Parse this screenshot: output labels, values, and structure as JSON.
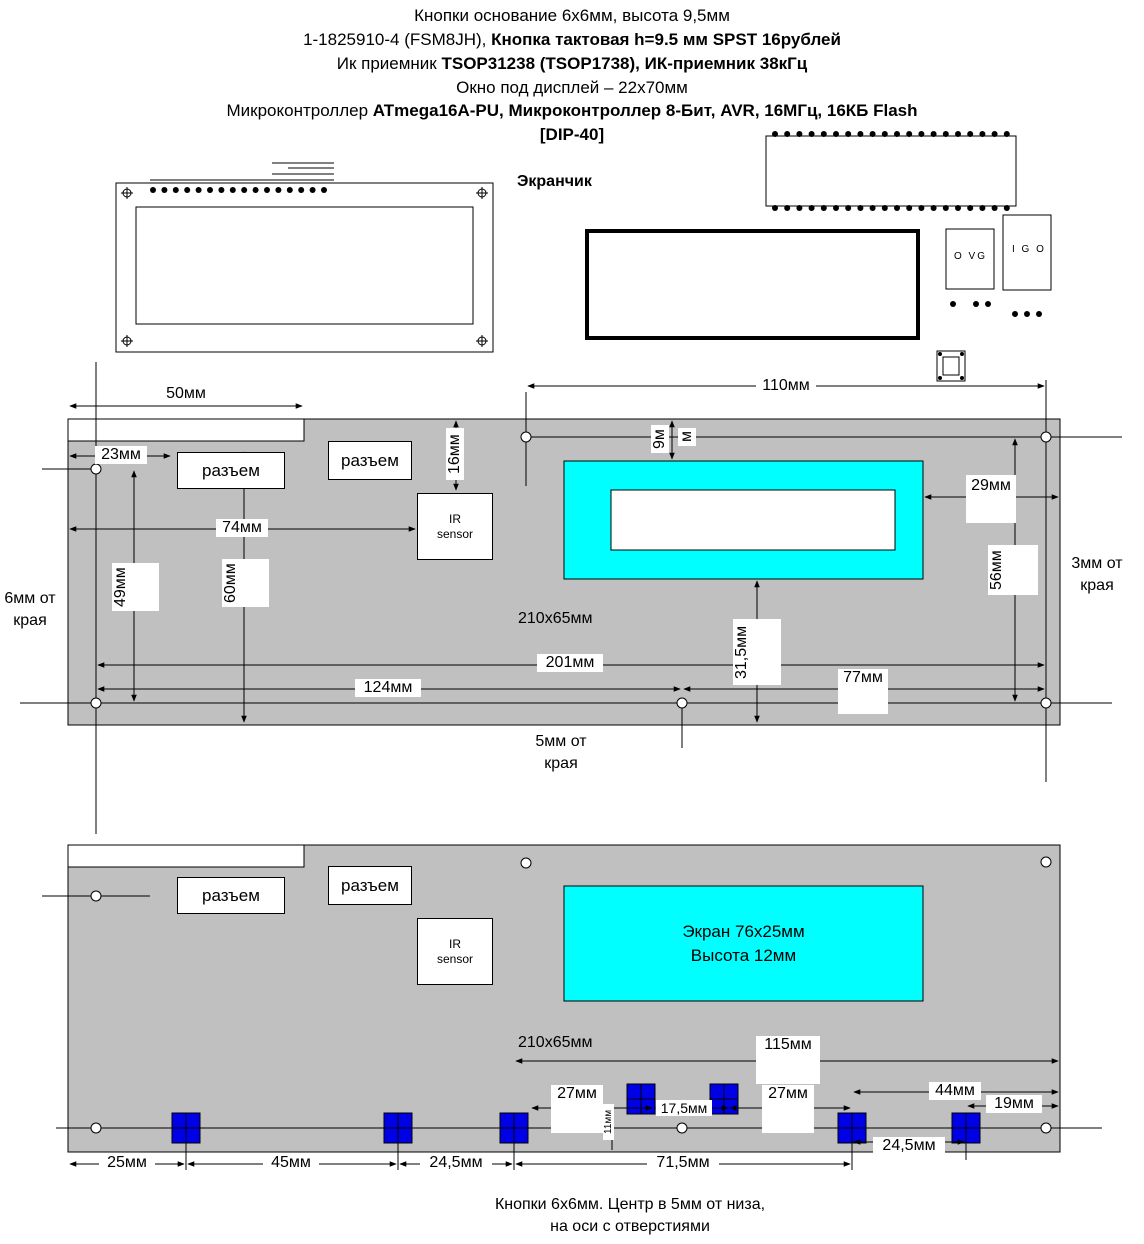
{
  "header": {
    "line1": "Кнопки основание 6х6мм, высота 9,5мм",
    "line2_plain": "1-1825910-4 (FSM8JH), ",
    "line2_bold": "Кнопка тактовая h=9.5 мм SPST 16рублей",
    "line3_plain": "Ик приемник ",
    "line3_bold": "TSOP31238 (TSOP1738), ИК-приемник 38кГц",
    "line4": "Окно под дисплей – 22х70мм",
    "line5_plain": "Микроконтроллер ",
    "line5_bold": "ATmega16A-PU, Микроконтроллер 8-Бит, AVR, 16МГц, 16КБ Flash",
    "line6_bold": "[DIP-40]"
  },
  "screen_title": "Экранчик",
  "regulator1_label": "O VG",
  "regulator2_label": "I G O",
  "top_panel": {
    "conn1": "разъем",
    "conn2": "разъем",
    "ir_line1": "IR",
    "ir_line2": "sensor",
    "size": "210х65мм",
    "dims": {
      "d50": "50мм",
      "d110": "110мм",
      "d23": "23мм",
      "d16": "16мм",
      "d9a": "9м",
      "d9b": "м",
      "d29": "29мм",
      "d74": "74мм",
      "d49": "49мм",
      "d60": "60мм",
      "d56": "56мм",
      "d31": "31,5мм",
      "d201": "201мм",
      "d124": "124мм",
      "d77": "77мм"
    },
    "left_note": "6мм от\nкрая",
    "right_note": "3мм от\nкрая",
    "bottom_note": "5мм от\nкрая"
  },
  "bottom_panel": {
    "conn1": "разъем",
    "conn2": "разъем",
    "ir_line1": "IR",
    "ir_line2": "sensor",
    "screen_line1": "Экран 76х25мм",
    "screen_line2": "Высота 12мм",
    "size": "210х65мм",
    "dims": {
      "d115": "115мм",
      "d27a": "27мм",
      "d27b": "27мм",
      "d11": "11мм",
      "d17": "17,5мм",
      "d44": "44мм",
      "d19": "19мм",
      "d25": "25мм",
      "d45": "45мм",
      "d245a": "24,5мм",
      "d715": "71,5мм",
      "d245b": "24,5мм"
    },
    "footer": "Кнопки 6х6мм. Центр в 5мм от низа,\nна оси с отверстиями"
  },
  "colors": {
    "panel": "#c0c0c0",
    "screen": "#00ffff",
    "button": "#0000e6"
  }
}
